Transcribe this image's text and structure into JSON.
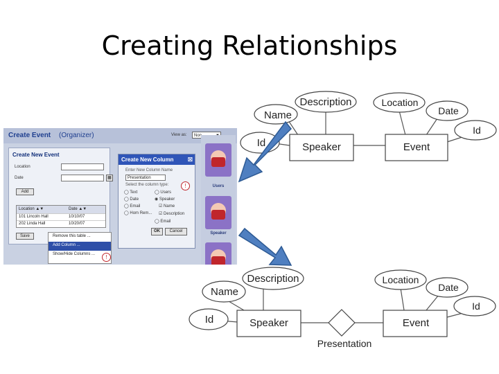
{
  "title": "Creating Relationships",
  "er_top": {
    "attributes": [
      "Name",
      "Description",
      "Location",
      "Date",
      "Id",
      "Id"
    ],
    "entities": [
      "Speaker",
      "Event"
    ]
  },
  "er_bottom": {
    "attributes": [
      "Description",
      "Location",
      "Name",
      "Date",
      "Id",
      "Id"
    ],
    "entities": [
      "Speaker",
      "Event"
    ],
    "relationship": "Presentation"
  },
  "screenshot": {
    "header": {
      "title_bold": "Create Event",
      "title_rest": "(Organizer)",
      "view_as_label": "View as:",
      "view_as_value": "Non"
    },
    "form": {
      "heading": "Create New Event",
      "location_label": "Location",
      "date_label": "Date",
      "add_button": "Add",
      "columns": [
        "Location ▲▼",
        "Date ▲▼"
      ],
      "rows": [
        [
          "101 Lincoln Hall",
          "10/10/07"
        ],
        [
          "202 Linda Hall",
          "10/20/07"
        ]
      ],
      "save_button": "Save"
    },
    "context_menu": [
      "Remove this table ...",
      "Add Column ...",
      "Show/Hide Columns ..."
    ],
    "dialog": {
      "title": "Create New Column",
      "enter_label": "Enter New Column Name",
      "name_value": "Presentation",
      "select_label": "Select the column type:",
      "types_left": [
        "Text",
        "Date",
        "Email",
        "Hom Rem..."
      ],
      "types_right": [
        "Users",
        "Speaker",
        "Name",
        "Description",
        "Email"
      ],
      "ok": "OK",
      "cancel": "Cancel"
    },
    "folders": [
      "Users",
      "Speaker"
    ]
  },
  "colors": {
    "entity_stroke": "#555555",
    "arrow_fill": "#4f7fc0",
    "arrow_stroke": "#2d5a94"
  }
}
